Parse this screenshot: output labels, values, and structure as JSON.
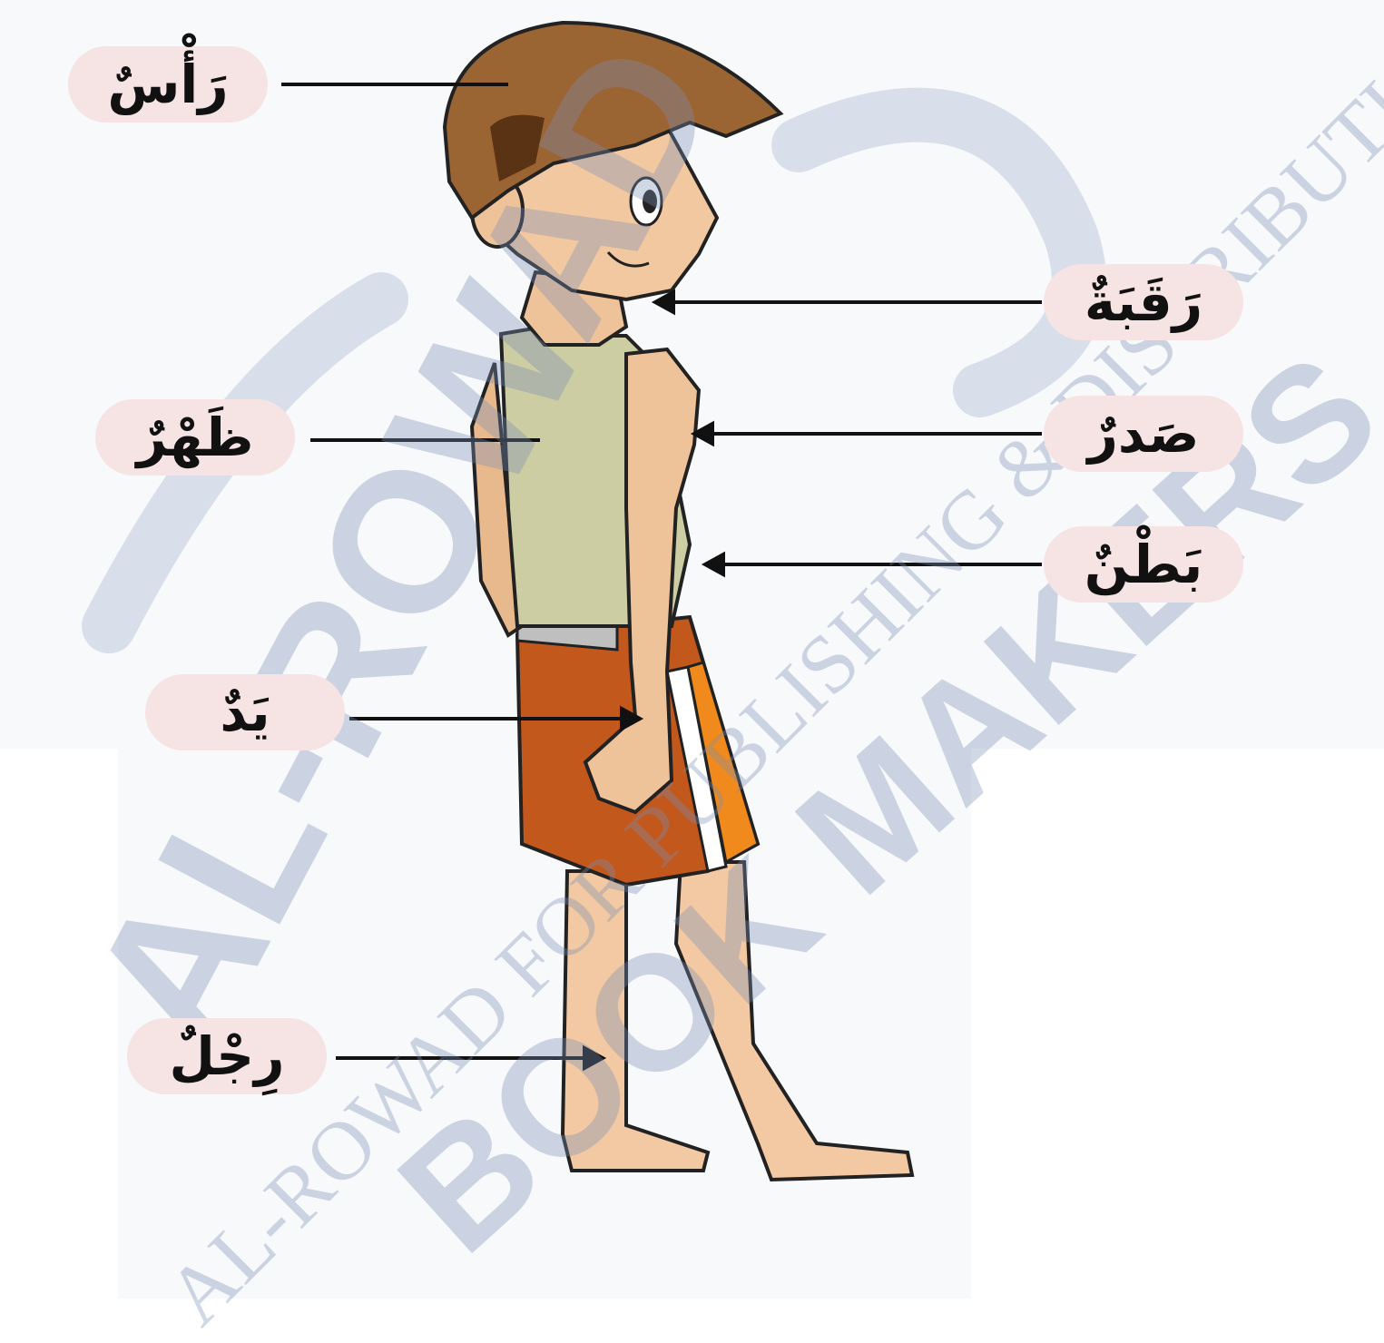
{
  "labels": {
    "head": "رَأْسٌ",
    "neck": "رَقَبَةٌ",
    "back": "ظَهْرٌ",
    "chest": "صَدرٌ",
    "belly": "بَطْنٌ",
    "hand": "يَدٌ",
    "leg": "رِجْلٌ"
  },
  "watermark": {
    "big_1": "AL-ROWAD",
    "big_2": "BOOK MAKERS",
    "small": "AL-ROWAD FOR PUBLISHING & DISTRIBUTION"
  },
  "colors": {
    "label_bg": "#f6e3e3",
    "hair": "#8a5a2b",
    "skin": "#f0c8a0",
    "tank_top": "#cfcfa8",
    "shorts": "#c05a20",
    "watermark": "#8fa3c8"
  }
}
